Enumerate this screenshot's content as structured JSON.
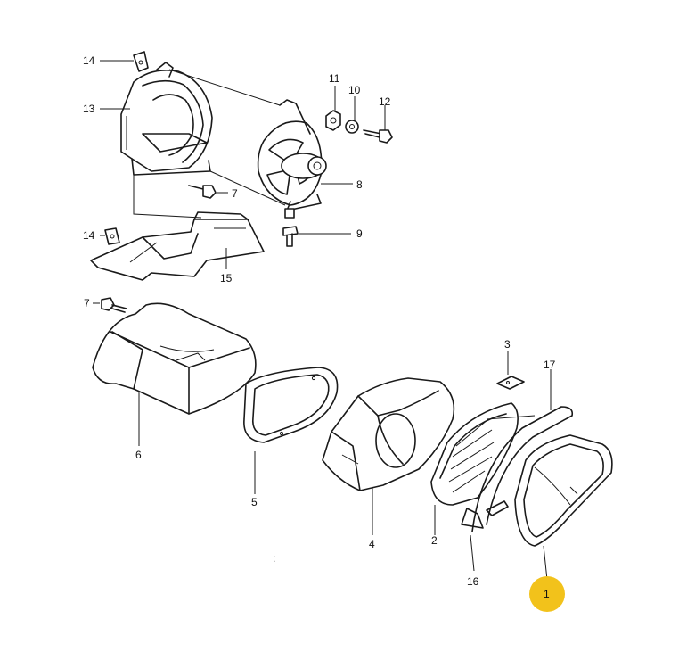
{
  "diagram": {
    "highlight_color": "#f2c21b",
    "highlighted_part": "1",
    "callouts": {
      "c14a": "14",
      "c13": "13",
      "c11": "11",
      "c10": "10",
      "c12": "12",
      "c7a": "7",
      "c8": "8",
      "c14b": "14",
      "c9": "9",
      "c15": "15",
      "c7b": "7",
      "c3": "3",
      "c17": "17",
      "c6": "6",
      "c5": "5",
      "c4": "4",
      "c2": "2",
      "c16": "16",
      "c1": "1"
    },
    "marks": {
      "colon": ":"
    }
  }
}
